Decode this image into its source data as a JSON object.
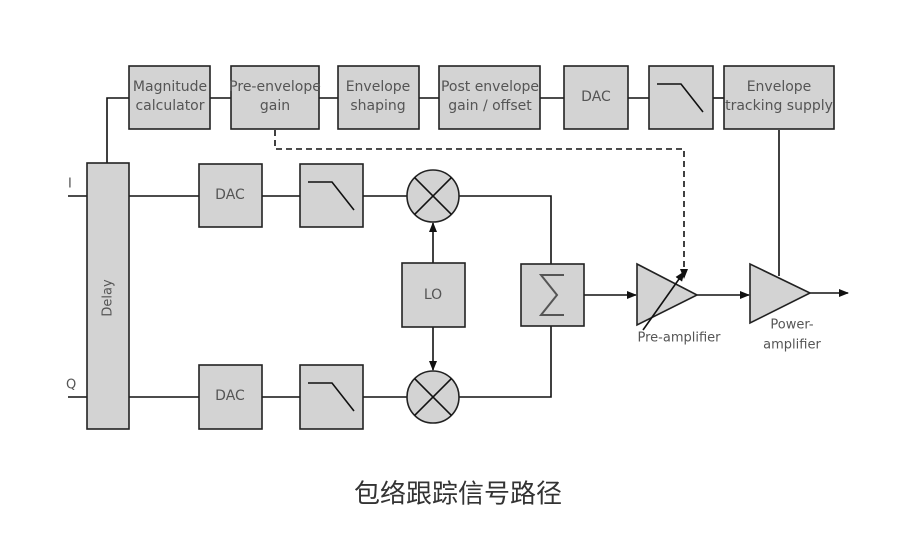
{
  "blocks": {
    "magnitude": [
      "Magnitude",
      "calculator"
    ],
    "pre_env_gain": [
      "Pre-envelope",
      "gain"
    ],
    "env_shaping": [
      "Envelope",
      "shaping"
    ],
    "post_env": [
      "Post envelope",
      "gain / offset"
    ],
    "dac_top": "DAC",
    "env_supply": [
      "Envelope",
      "tracking supply"
    ],
    "delay": "Delay",
    "dac_i": "DAC",
    "dac_q": "DAC",
    "lo": "LO"
  },
  "ports": {
    "i": "I",
    "q": "Q"
  },
  "amps": {
    "pre": "Pre-amplifier",
    "power": [
      "Power-",
      "amplifier"
    ]
  },
  "caption": "包络跟踪信号路径",
  "colors": {
    "block_fill": "#d3d3d3",
    "stroke": "#111111",
    "text": "#555555"
  }
}
